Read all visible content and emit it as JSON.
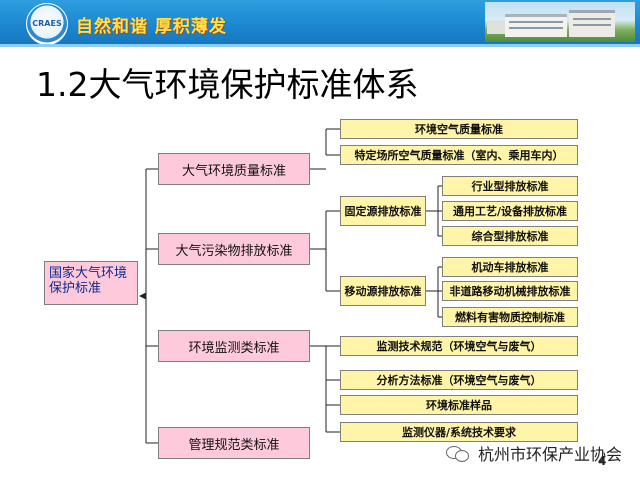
{
  "header": {
    "logo_text": "CRAES",
    "slogan": "自然和谐 厚积薄发"
  },
  "page_title": "1.2大气环境保护标准体系",
  "diagram": {
    "root": "国家大气环境保护标准",
    "categories": [
      "大气环境质量标准",
      "大气污染物排放标准",
      "环境监测类标准",
      "管理规范类标准"
    ],
    "quality_items": [
      "环境空气质量标准",
      "特定场所空气质量标准（室内、乘用车内）"
    ],
    "emission_groups": [
      "固定源排放标准",
      "移动源排放标准"
    ],
    "stationary_items": [
      "行业型排放标准",
      "通用工艺/设备排放标准",
      "综合型排放标准"
    ],
    "mobile_items": [
      "机动车排放标准",
      "非道路移动机械排放标准",
      "燃料有害物质控制标准"
    ],
    "monitoring_items": [
      "监测技术规范（环境空气与废气）",
      "分析方法标准（环境空气与废气）",
      "环境标准样品",
      "监测仪器/系统技术要求"
    ]
  },
  "footer": {
    "account": "杭州市环保产业协会",
    "page_number": "4"
  }
}
